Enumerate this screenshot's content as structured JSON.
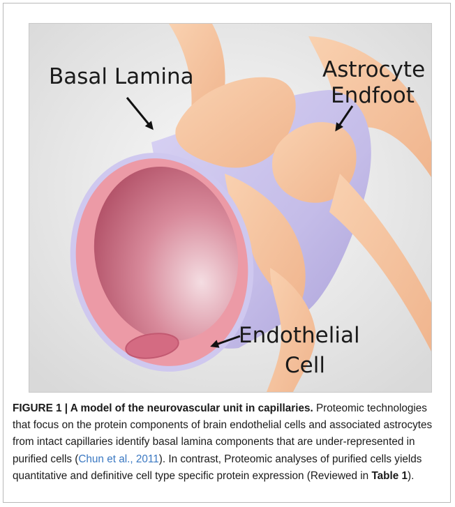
{
  "diagram": {
    "labels": {
      "basal_lamina": "Basal Lamina",
      "astrocyte_line1": "Astrocyte",
      "astrocyte_line2": "Endfoot",
      "endothelial_line1": "Endothelial",
      "endothelial_line2": "Cell"
    },
    "colors": {
      "background": "#eeeeee",
      "astrocyte": "#f7c7a2",
      "basal_lamina": "#cfc8ef",
      "endothelial": "#ec9aa6",
      "lumen": "#b9586c"
    }
  },
  "caption": {
    "figure_label": "FIGURE 1 | A model of the neurovascular unit in capillaries.",
    "text_part1": " Proteomic technologies that focus on the protein components of brain endothelial cells and associated astrocytes from intact capillaries identify basal lamina components that are under-represented in purified cells (",
    "citation": "Chun et al., 2011",
    "text_part2": "). In contrast, Proteomic analyses of purified cells yields quantitative and definitive cell type specific protein expression (Reviewed in ",
    "table_ref": "Table 1",
    "text_part3": ")."
  }
}
